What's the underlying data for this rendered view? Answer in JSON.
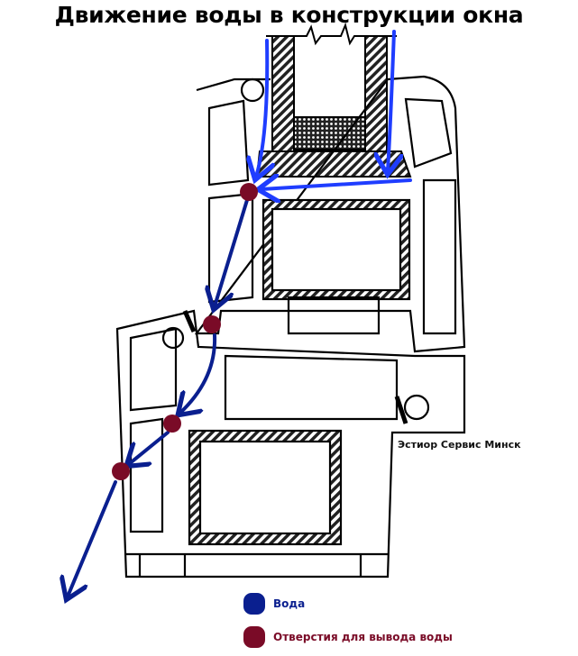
{
  "title": "Движение воды в конструкции окна",
  "watermark": "Эстиор Сервис Минск",
  "legend": [
    {
      "label": "Вода",
      "color": "#0a1f8f"
    },
    {
      "label": "Отверстия для вывода воды",
      "color": "#7a0b27"
    }
  ],
  "colors": {
    "water_top": "#1f3dff",
    "water_flow": "#0a1f8f",
    "drain_hole": "#7a0b27"
  }
}
